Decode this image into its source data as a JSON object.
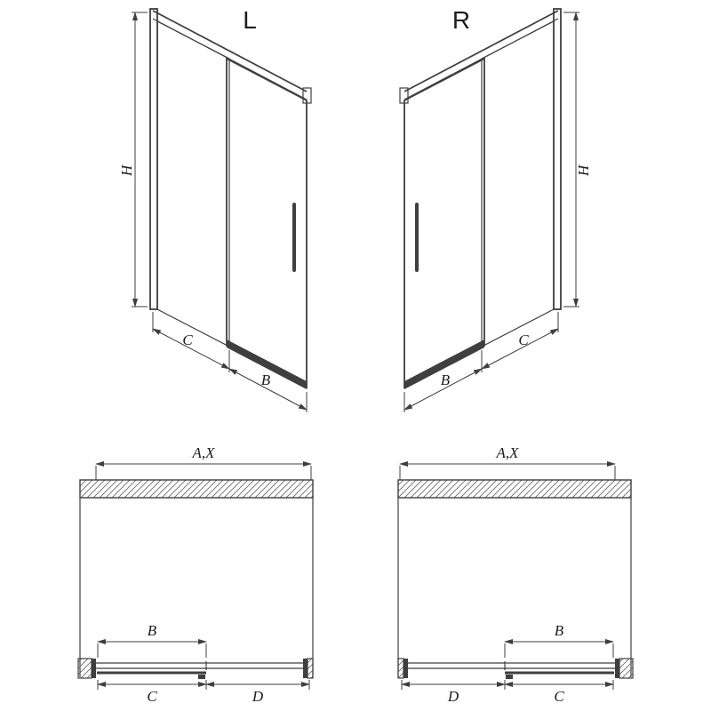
{
  "colors": {
    "background": "#ffffff",
    "line": "#3f3f3f",
    "hatch": "#6a6a6a",
    "text": "#1c1c1c"
  },
  "views": {
    "iso_left": {
      "label": "L",
      "dim_height": "H",
      "dim_fixed": "C",
      "dim_door": "B"
    },
    "iso_right": {
      "label": "R",
      "dim_height": "H",
      "dim_door": "B",
      "dim_fixed": "C"
    },
    "plan_left": {
      "dim_overall": "A,X",
      "dim_door": "B",
      "dim_left": "C",
      "dim_right": "D"
    },
    "plan_right": {
      "dim_overall": "A,X",
      "dim_door": "B",
      "dim_left": "D",
      "dim_right": "C"
    }
  }
}
